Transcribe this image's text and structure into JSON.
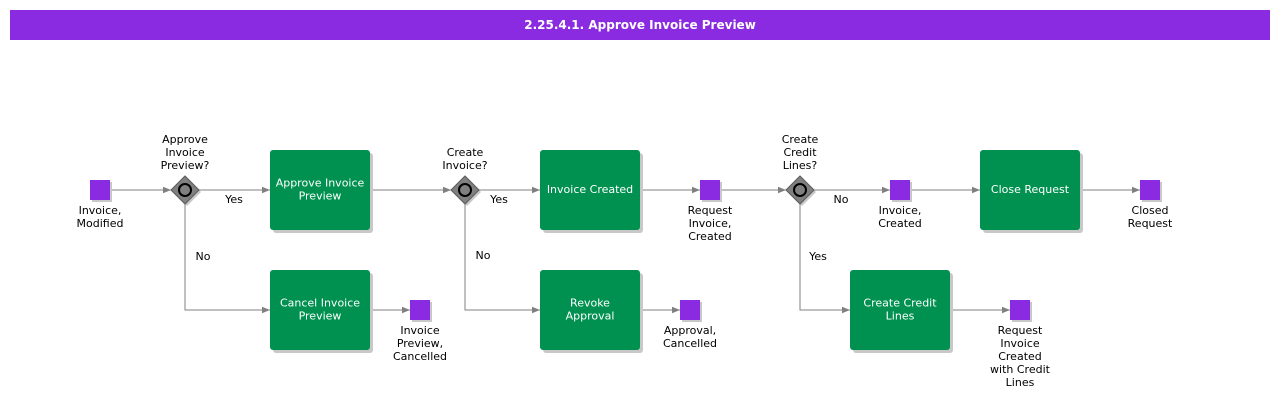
{
  "title": "2.25.4.1. Approve Invoice Preview",
  "colors": {
    "title_bg": "#8a2be2",
    "task": "#009150",
    "event": "#8a2be2",
    "gateway": "#808080",
    "edge": "#808080"
  },
  "events": {
    "ev_start": [
      "Invoice,",
      "Modified"
    ],
    "ev_cancelled": [
      "Invoice",
      "Preview,",
      "Cancelled"
    ],
    "ev_req_created": [
      "Request",
      "Invoice,",
      "Created"
    ],
    "ev_approval_cancelled": [
      "Approval,",
      "Cancelled"
    ],
    "ev_inv_created": [
      "Invoice,",
      "Created"
    ],
    "ev_closed": [
      "Closed",
      "Request"
    ],
    "ev_credit": [
      "Request",
      "Invoice",
      "Created",
      "with Credit",
      "Lines"
    ]
  },
  "tasks": {
    "t_approve": [
      "Approve Invoice",
      "Preview"
    ],
    "t_cancel": [
      "Cancel Invoice",
      "Preview"
    ],
    "t_created": [
      "Invoice Created"
    ],
    "t_revoke": [
      "Revoke",
      "Approval"
    ],
    "t_close": [
      "Close Request"
    ],
    "t_credit": [
      "Create Credit",
      "Lines"
    ]
  },
  "gateways": {
    "g1": [
      "Approve",
      "Invoice",
      "Preview?"
    ],
    "g2": [
      "Create",
      "Invoice?"
    ],
    "g3": [
      "Create",
      "Credit",
      "Lines?"
    ]
  },
  "edge_labels": {
    "g1_yes": "Yes",
    "g1_no": "No",
    "g2_yes": "Yes",
    "g2_no": "No",
    "g3_no": "No",
    "g3_yes": "Yes"
  }
}
